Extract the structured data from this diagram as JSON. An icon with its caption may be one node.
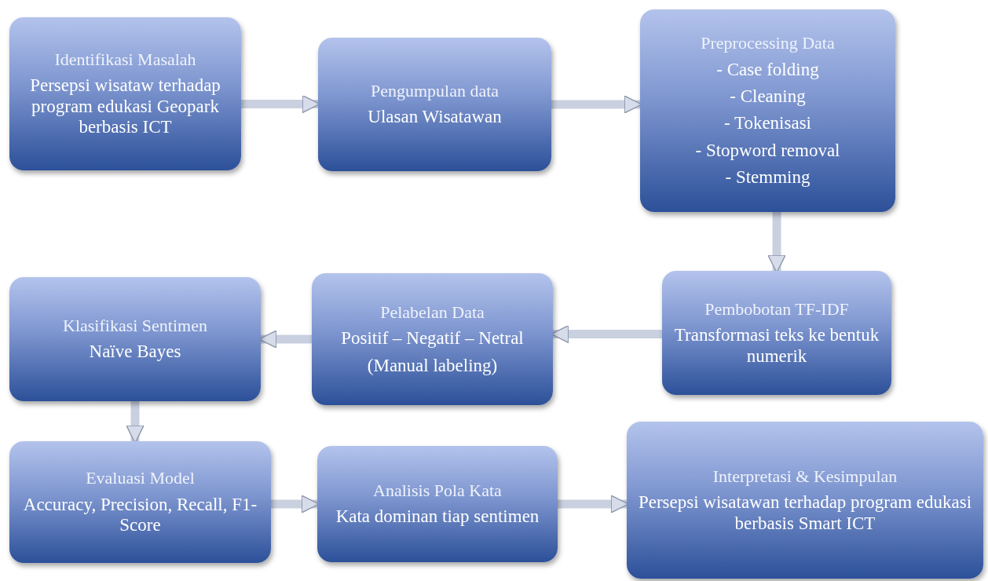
{
  "diagram": {
    "nodes": [
      {
        "text": [
          "Identifikasi Masalah",
          "Persepsi wisataw terhadap program edukasi Geopark berbasis ICT"
        ]
      },
      {
        "text": [
          "Pengumpulan data",
          "Ulasan Wisatawan"
        ]
      },
      {
        "text": [
          "Preprocessing Data",
          "- Case folding",
          "- Cleaning",
          "- Tokenisasi",
          "- Stopword removal",
          "- Stemming"
        ]
      },
      {
        "text": [
          "Pembobotan TF-IDF",
          "Transformasi teks ke bentuk numerik"
        ]
      },
      {
        "text": [
          "Pelabelan Data",
          "Positif – Negatif – Netral",
          "(Manual labeling)"
        ]
      },
      {
        "text": [
          "Klasifikasi Sentimen",
          "Naïve Bayes"
        ]
      },
      {
        "text": [
          "Evaluasi Model",
          "Accuracy, Precision, Recall, F1-Score"
        ]
      },
      {
        "text": [
          "Analisis Pola Kata",
          "Kata dominan tiap sentimen"
        ]
      },
      {
        "text": [
          "Interpretasi & Kesimpulan",
          "Persepsi wisatawan terhadap program edukasi berbasis Smart ICT"
        ]
      }
    ],
    "edges": [
      {
        "from": 0,
        "to": 1,
        "arrow": "to"
      },
      {
        "from": 1,
        "to": 2,
        "arrow": "to"
      },
      {
        "from": 2,
        "to": 3,
        "arrow": "to"
      },
      {
        "from": 3,
        "to": 4,
        "arrow": "to"
      },
      {
        "from": 4,
        "to": 5,
        "arrow": "to"
      },
      {
        "from": 5,
        "to": 6,
        "arrow": "to"
      },
      {
        "from": 6,
        "to": 7,
        "arrow": "to"
      },
      {
        "from": 7,
        "to": 8,
        "arrow": "to"
      }
    ]
  }
}
